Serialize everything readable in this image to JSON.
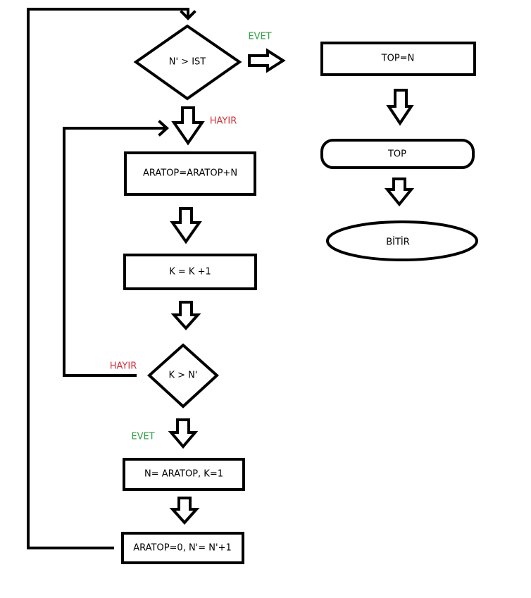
{
  "nodes": {
    "decision_n_ist": "N' > IST",
    "process_aratop_add": "ARATOP=ARATOP+N",
    "process_k_inc": "K = K +1",
    "decision_k_n": "K > N'",
    "process_n_aratop": "N= ARATOP, K=1",
    "process_reset": "ARATOP=0, N'= N'+1",
    "process_top_n": "TOP=N",
    "output_top": "TOP",
    "terminal_end": "BİTİR"
  },
  "branch_labels": {
    "ist_yes": "EVET",
    "ist_no": "HAYIR",
    "kn_no": "HAYIR",
    "kn_yes": "EVET"
  },
  "colors": {
    "line": "#000000",
    "yes": "#2ea043",
    "no": "#d0343a",
    "fill": "#ffffff"
  }
}
